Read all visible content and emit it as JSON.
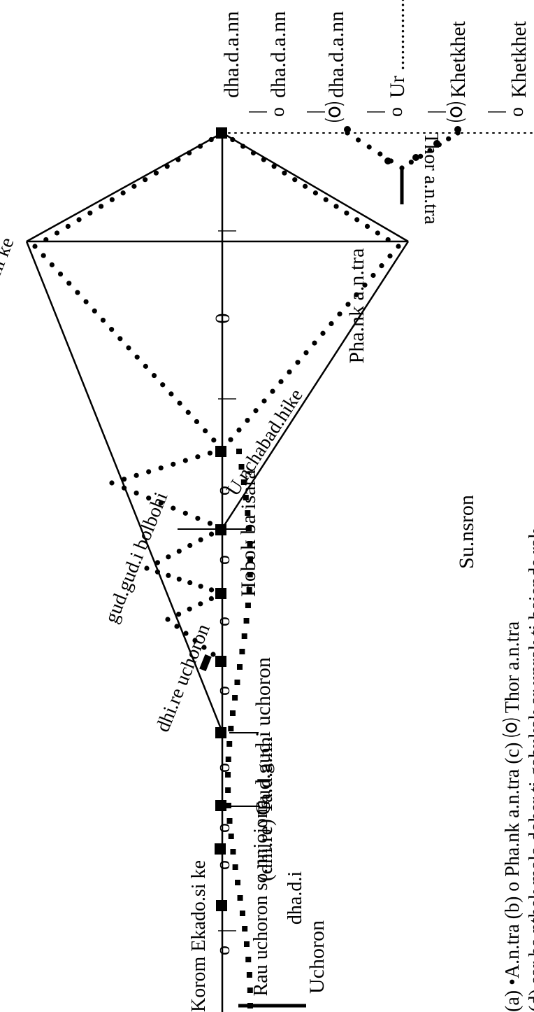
{
  "diagram": {
    "top_labels": {
      "a": "dha.d.a.nn",
      "b": "dha.d.a.nn",
      "c": "dha.d.a.nn",
      "d": "Ur ...............",
      "e": "Khetkhet",
      "f": "Khetkhet"
    },
    "axis_marks": {
      "zero": "0",
      "tick": "|",
      "circle": "o",
      "double": "⒪"
    },
    "kite_labels": {
      "thor": "Thor a.n.tra",
      "phank": "Pha.nk a.n.tra",
      "up_left": "U.ncha bad.hi ke",
      "up_right": "U.nchabad.hike",
      "gudgudi_bolbohi": "gud.gud.i bolbohi",
      "dhire_uchoron": "dhi.re uchoron"
    },
    "annotations": {
      "hobok": "Hobok ba isara",
      "gudgudi_uchoron": "Gud.gud.i uchoron",
      "dhire_tadann": "(dhi.re) Ta.d.a.nn",
      "rau_line1": "Rau uchoron so.nnjojona",
      "rau_line2": "dha.d.i",
      "korom": "Korom Ekado.si ke",
      "uchoron": "Uchoron"
    },
    "legend": {
      "title": "Su.nsron",
      "line1": "(a) •A.n.tra (b) o Pha.nk a.n.tra (c) ⒪ Thor a.n.tra",
      "line2": "(d) sar ba nthek mala doher ti gabukak ar unrak ti  baiende rak"
    },
    "colors": {
      "ink": "#000000",
      "paper": "#ffffff"
    }
  }
}
